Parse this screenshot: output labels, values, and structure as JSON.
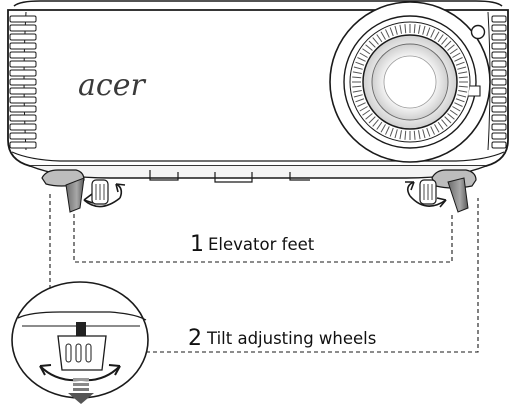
{
  "brand": "acer",
  "callouts": [
    {
      "number": "1",
      "text": "Elevator feet"
    },
    {
      "number": "2",
      "text": "Tilt adjusting wheels"
    }
  ],
  "colors": {
    "line": "#1a1a1a",
    "light_gray": "#d9d9d9",
    "mid_gray": "#9a9a9a",
    "dark_gray": "#444444"
  }
}
